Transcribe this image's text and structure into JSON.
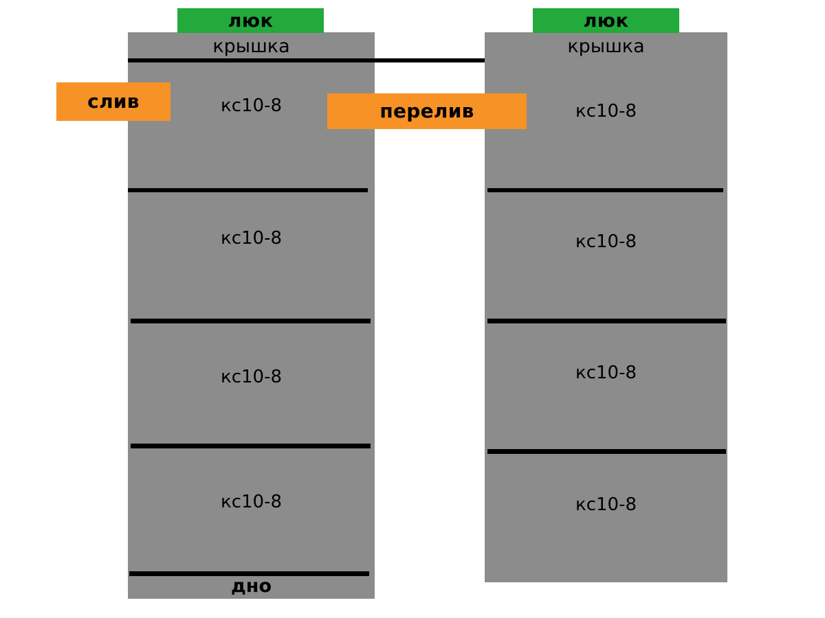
{
  "diagram": {
    "title": "Septic tank two-chamber concrete well cross-section",
    "colors": {
      "concrete_gray": "#8c8c8c",
      "hatch_green": "#22aa3c",
      "pipe_orange": "#f79226",
      "line_black": "#000000",
      "background": "#ffffff"
    },
    "wells": [
      {
        "id": "left-well",
        "hatch_label": "люк",
        "lid_label": "крышка",
        "bottom_label": "дно",
        "rings": [
          {
            "label": "кс10-8"
          },
          {
            "label": "кс10-8"
          },
          {
            "label": "кс10-8"
          },
          {
            "label": "кс10-8"
          }
        ]
      },
      {
        "id": "right-well",
        "hatch_label": "люк",
        "lid_label": "крышка",
        "bottom_label": "",
        "rings": [
          {
            "label": "кс10-8"
          },
          {
            "label": "кс10-8"
          },
          {
            "label": "кс10-8"
          },
          {
            "label": "кс10-8"
          }
        ]
      }
    ],
    "pipes": [
      {
        "id": "drain-pipe",
        "label": "слив"
      },
      {
        "id": "overflow-pipe",
        "label": "перелив"
      }
    ]
  }
}
